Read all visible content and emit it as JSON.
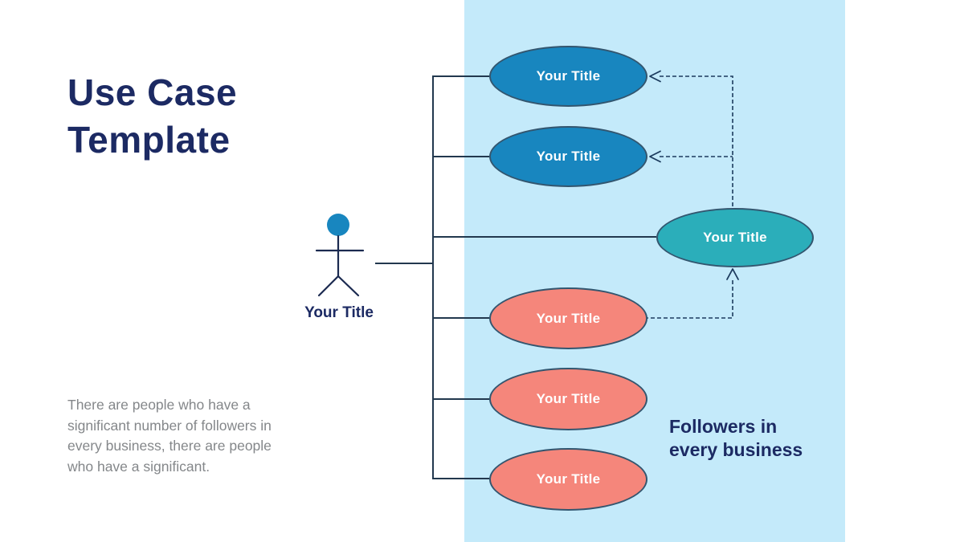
{
  "slide": {
    "title_line1": "Use Case",
    "title_line2": "Template",
    "description": "There are people who have a significant number of followers in every business, there are people who have a significant.",
    "caption_line1": "Followers in",
    "caption_line2": "every business"
  },
  "actor": {
    "label": "Your Title"
  },
  "use_cases": [
    {
      "label": "Your Title",
      "variant": "blue"
    },
    {
      "label": "Your Title",
      "variant": "blue"
    },
    {
      "label": "Your Title",
      "variant": "teal"
    },
    {
      "label": "Your Title",
      "variant": "salmon"
    },
    {
      "label": "Your Title",
      "variant": "salmon"
    },
    {
      "label": "Your Title",
      "variant": "salmon"
    }
  ],
  "colors": {
    "navy_text": "#1C2A63",
    "gray_text": "#84878A",
    "panel_blue": "#C4EAFA",
    "node_blue": "#1886BF",
    "node_teal": "#2BAEBA",
    "node_salmon": "#F5867B",
    "node_border": "#33566F",
    "connector_line": "#22384E",
    "dashed_line": "#1C3B5E"
  }
}
